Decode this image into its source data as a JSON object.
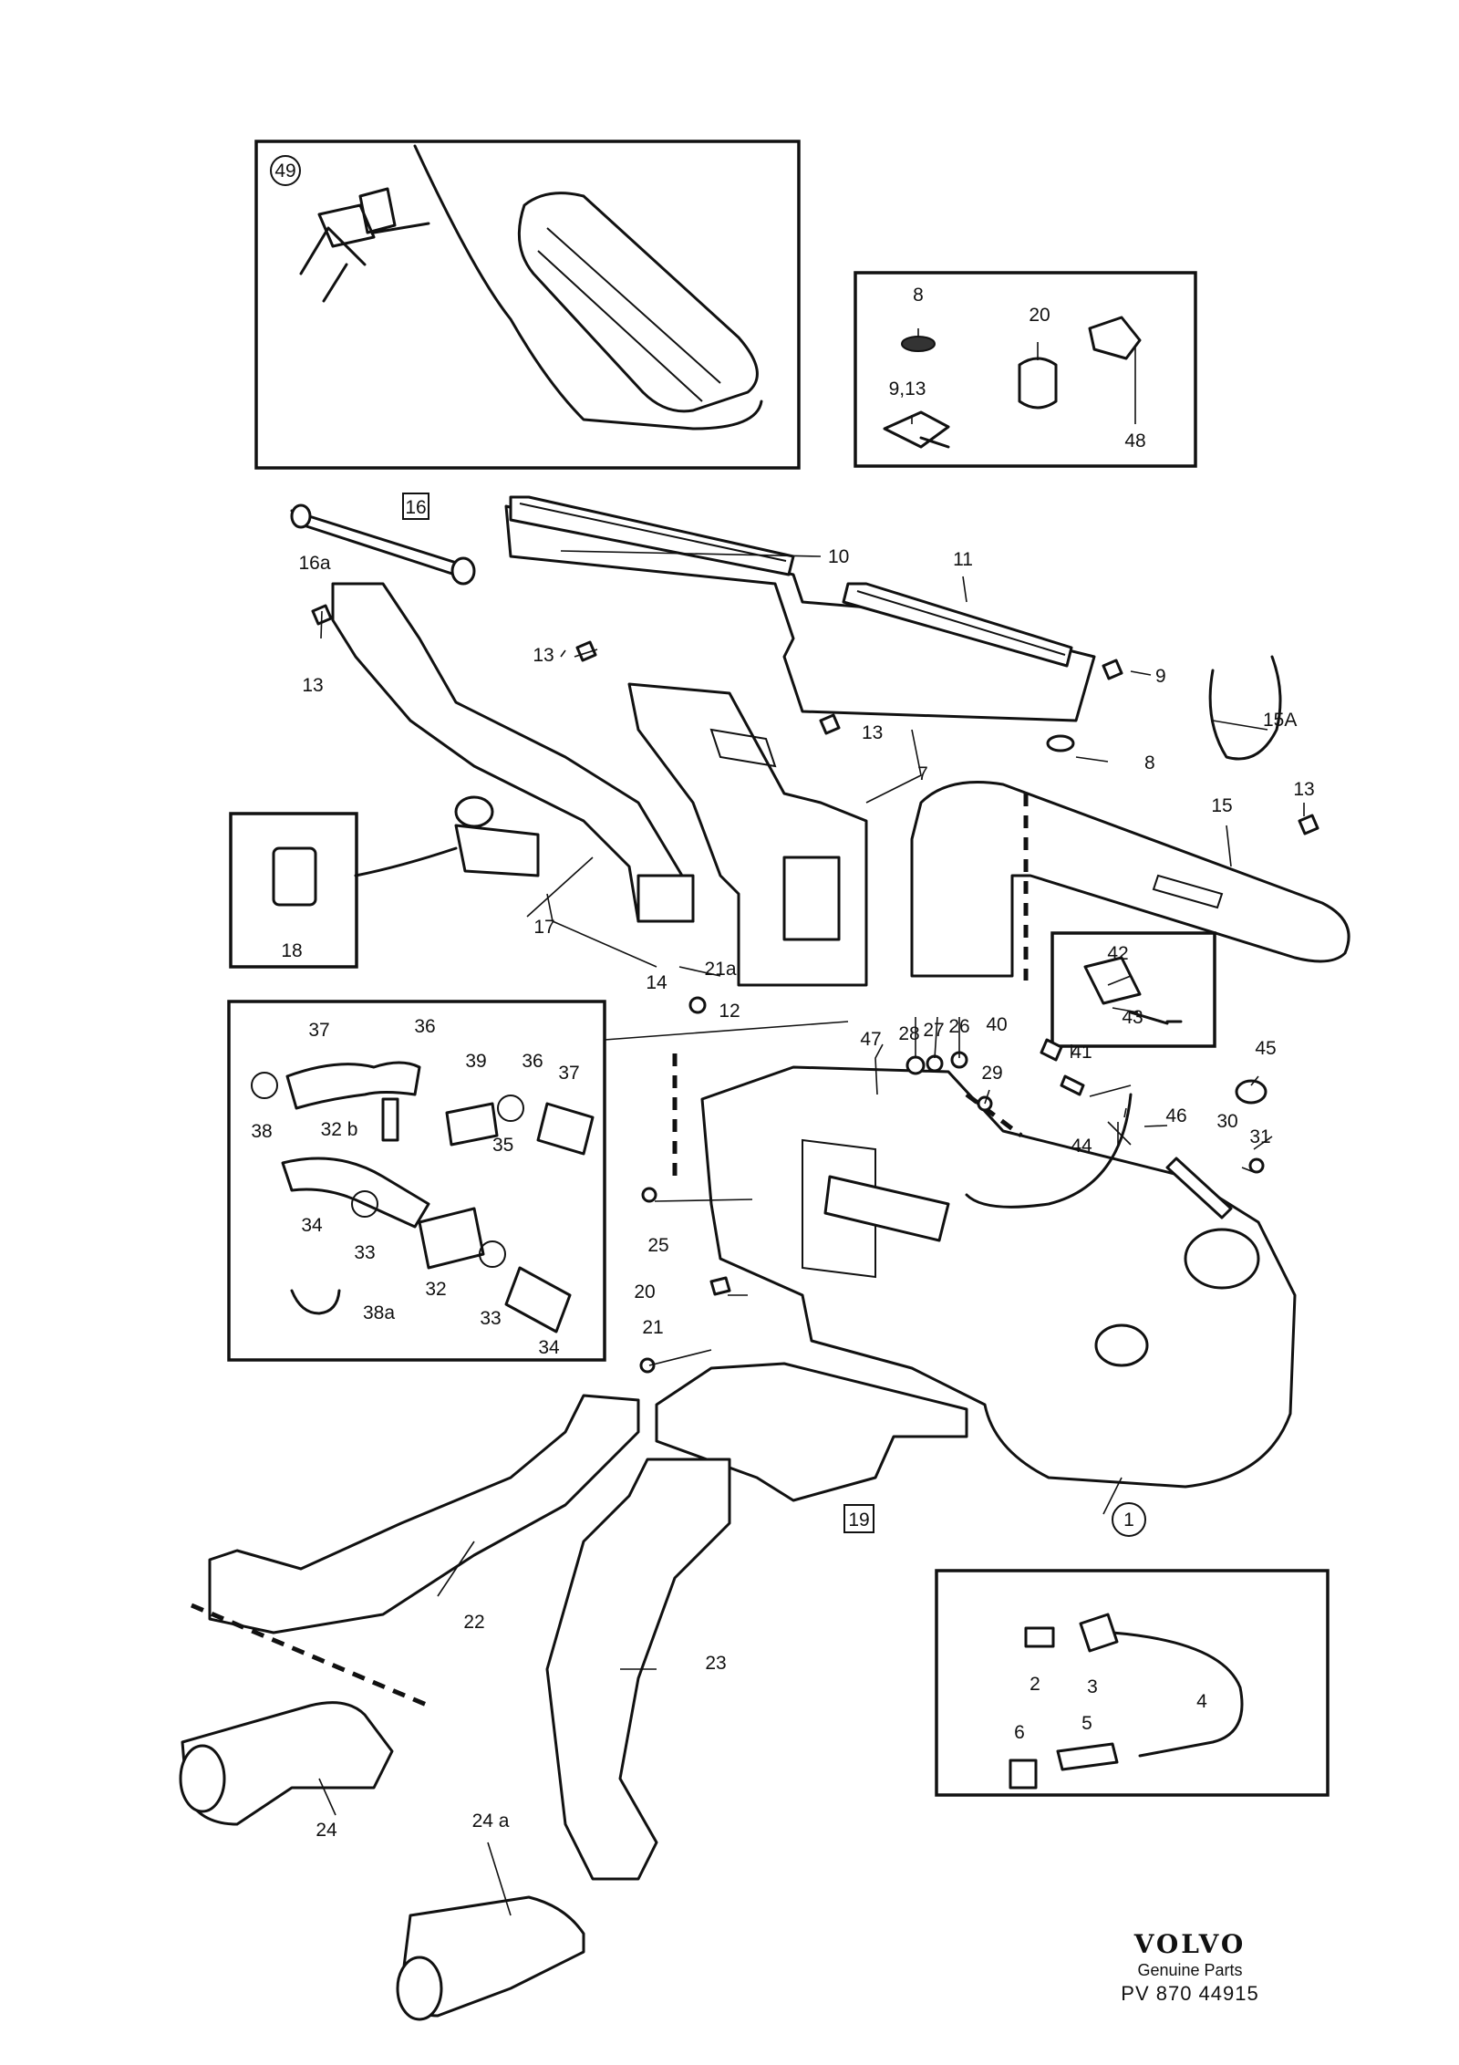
{
  "labels": {
    "l1": "1",
    "l2": "2",
    "l3": "3",
    "l4": "4",
    "l5": "5",
    "l6": "6",
    "l7": "7",
    "l8a": "8",
    "l8b": "8",
    "l9": "9",
    "l9_13": "9,13",
    "l10": "10",
    "l11": "11",
    "l12": "12",
    "l13a": "13",
    "l13b": "13",
    "l13c": "13",
    "l13d": "13",
    "l14": "14",
    "l15": "15",
    "l15A": "15A",
    "l16": "16",
    "l16a": "16a",
    "l17": "17",
    "l18": "18",
    "l19": "19",
    "l20a": "20",
    "l20b": "20",
    "l21": "21",
    "l21a": "21a",
    "l22": "22",
    "l23": "23",
    "l24": "24",
    "l24a": "24 a",
    "l25": "25",
    "l26": "26",
    "l27": "27",
    "l28": "28",
    "l29": "29",
    "l30": "30",
    "l31": "31",
    "l32": "32",
    "l32b": "32 b",
    "l33a": "33",
    "l33b": "33",
    "l34a": "34",
    "l34b": "34",
    "l35": "35",
    "l36a": "36",
    "l36b": "36",
    "l37a": "37",
    "l37b": "37",
    "l38": "38",
    "l38a": "38a",
    "l39": "39",
    "l40": "40",
    "l41": "41",
    "l42": "42",
    "l43": "43",
    "l44": "44",
    "l45": "45",
    "l46": "46",
    "l47": "47",
    "l48": "48",
    "l49": "49"
  },
  "brand": {
    "name": "VOLVO",
    "subtitle": "Genuine Parts",
    "code": "PV 870 44915"
  }
}
